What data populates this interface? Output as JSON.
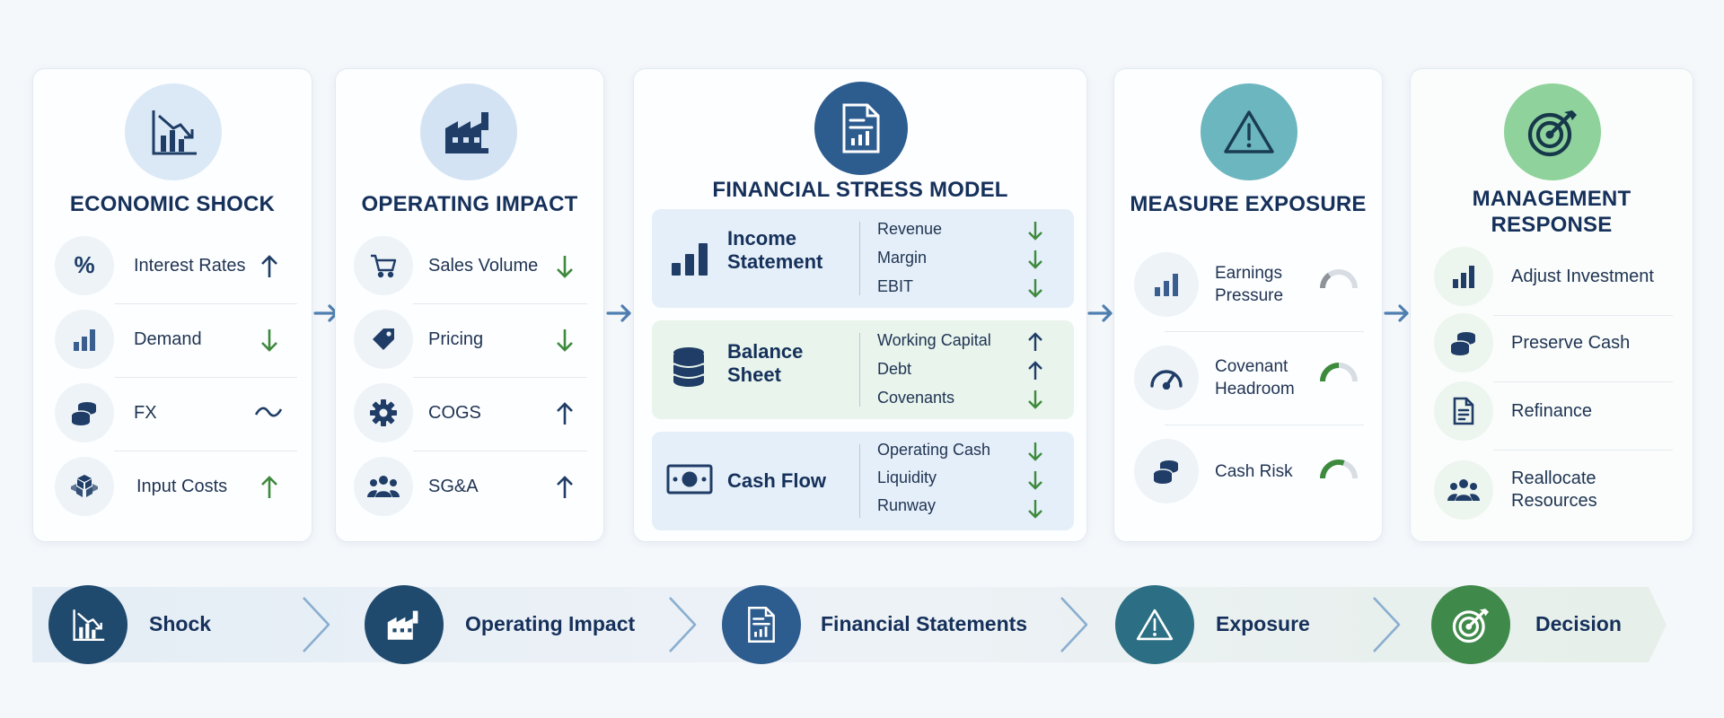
{
  "colors": {
    "navy": "#15305a",
    "icon_blue": "#1f3d66",
    "up_arrow": "#1f3d66",
    "down_arrow_green": "#3d8a3d",
    "flow_arrow": "#4f7fb0",
    "financial_model_circle": "#2d5c8f",
    "exposure_circle": "#6bb6bf",
    "management_circle": "#8fd29b"
  },
  "cards": {
    "economic_shock": {
      "title": "ECONOMIC SHOCK",
      "icon": "declining-chart-icon",
      "items": [
        {
          "label": "Interest Rates",
          "icon": "percent-icon",
          "trend": "up"
        },
        {
          "label": "Demand",
          "icon": "bar-chart-icon",
          "trend": "down"
        },
        {
          "label": "FX",
          "icon": "coins-icon",
          "trend": "volatile"
        },
        {
          "label": "Input Costs",
          "icon": "cubes-icon",
          "trend": "up"
        }
      ]
    },
    "operating_impact": {
      "title": "OPERATING IMPACT",
      "icon": "factory-icon",
      "items": [
        {
          "label": "Sales Volume",
          "icon": "cart-icon",
          "trend": "down"
        },
        {
          "label": "Pricing",
          "icon": "price-tag-icon",
          "trend": "down"
        },
        {
          "label": "COGS",
          "icon": "gear-icon",
          "trend": "up"
        },
        {
          "label": "SG&A",
          "icon": "people-icon",
          "trend": "up"
        }
      ]
    },
    "financial_stress_model": {
      "title": "FINANCIAL STRESS MODEL",
      "icon": "report-icon",
      "sections": [
        {
          "name_line1": "Income",
          "name_line2": "Statement",
          "icon": "bar-chart-icon",
          "items": [
            {
              "label": "Revenue",
              "trend": "down"
            },
            {
              "label": "Margin",
              "trend": "down"
            },
            {
              "label": "EBIT",
              "trend": "down"
            }
          ]
        },
        {
          "name_line1": "Balance",
          "name_line2": "Sheet",
          "icon": "database-icon",
          "items": [
            {
              "label": "Working Capital",
              "trend": "up"
            },
            {
              "label": "Debt",
              "trend": "up"
            },
            {
              "label": "Covenants",
              "trend": "down"
            }
          ]
        },
        {
          "name_line1": "Cash Flow",
          "name_line2": "",
          "icon": "cash-icon",
          "items": [
            {
              "label": "Operating Cash",
              "trend": "down"
            },
            {
              "label": "Liquidity",
              "trend": "down"
            },
            {
              "label": "Runway",
              "trend": "down"
            }
          ]
        }
      ]
    },
    "measure_exposure": {
      "title": "MEASURE EXPOSURE",
      "icon": "warning-triangle-icon",
      "items": [
        {
          "label_line1": "Earnings",
          "label_line2": "Pressure",
          "icon": "bar-chart-icon",
          "gauge_level": 0.3
        },
        {
          "label_line1": "Covenant",
          "label_line2": "Headroom",
          "icon": "speedometer-icon",
          "gauge_level": 0.5
        },
        {
          "label_line1": "Cash Risk",
          "label_line2": "",
          "icon": "coins-icon",
          "gauge_level": 0.6
        }
      ]
    },
    "management_response": {
      "title_line1": "MANAGEMENT",
      "title_line2": "RESPONSE",
      "icon": "target-icon",
      "items": [
        {
          "label_line1": "Adjust Investment",
          "label_line2": "",
          "icon": "bar-chart-icon"
        },
        {
          "label_line1": "Preserve Cash",
          "label_line2": "",
          "icon": "coins-icon"
        },
        {
          "label_line1": "Refinance",
          "label_line2": "",
          "icon": "document-icon"
        },
        {
          "label_line1": "Reallocate",
          "label_line2": "Resources",
          "icon": "people-icon"
        }
      ]
    }
  },
  "bottom_flow": [
    {
      "label": "Shock",
      "icon": "declining-chart-icon",
      "color": "#1f4a6e"
    },
    {
      "label": "Operating Impact",
      "icon": "factory-icon",
      "color": "#1f4a6e"
    },
    {
      "label": "Financial Statements",
      "icon": "report-icon",
      "color": "#2d5c8f"
    },
    {
      "label": "Exposure",
      "icon": "warning-triangle-icon",
      "color": "#2c6f84"
    },
    {
      "label": "Decision",
      "icon": "target-icon",
      "color": "#3f8a4a"
    }
  ]
}
